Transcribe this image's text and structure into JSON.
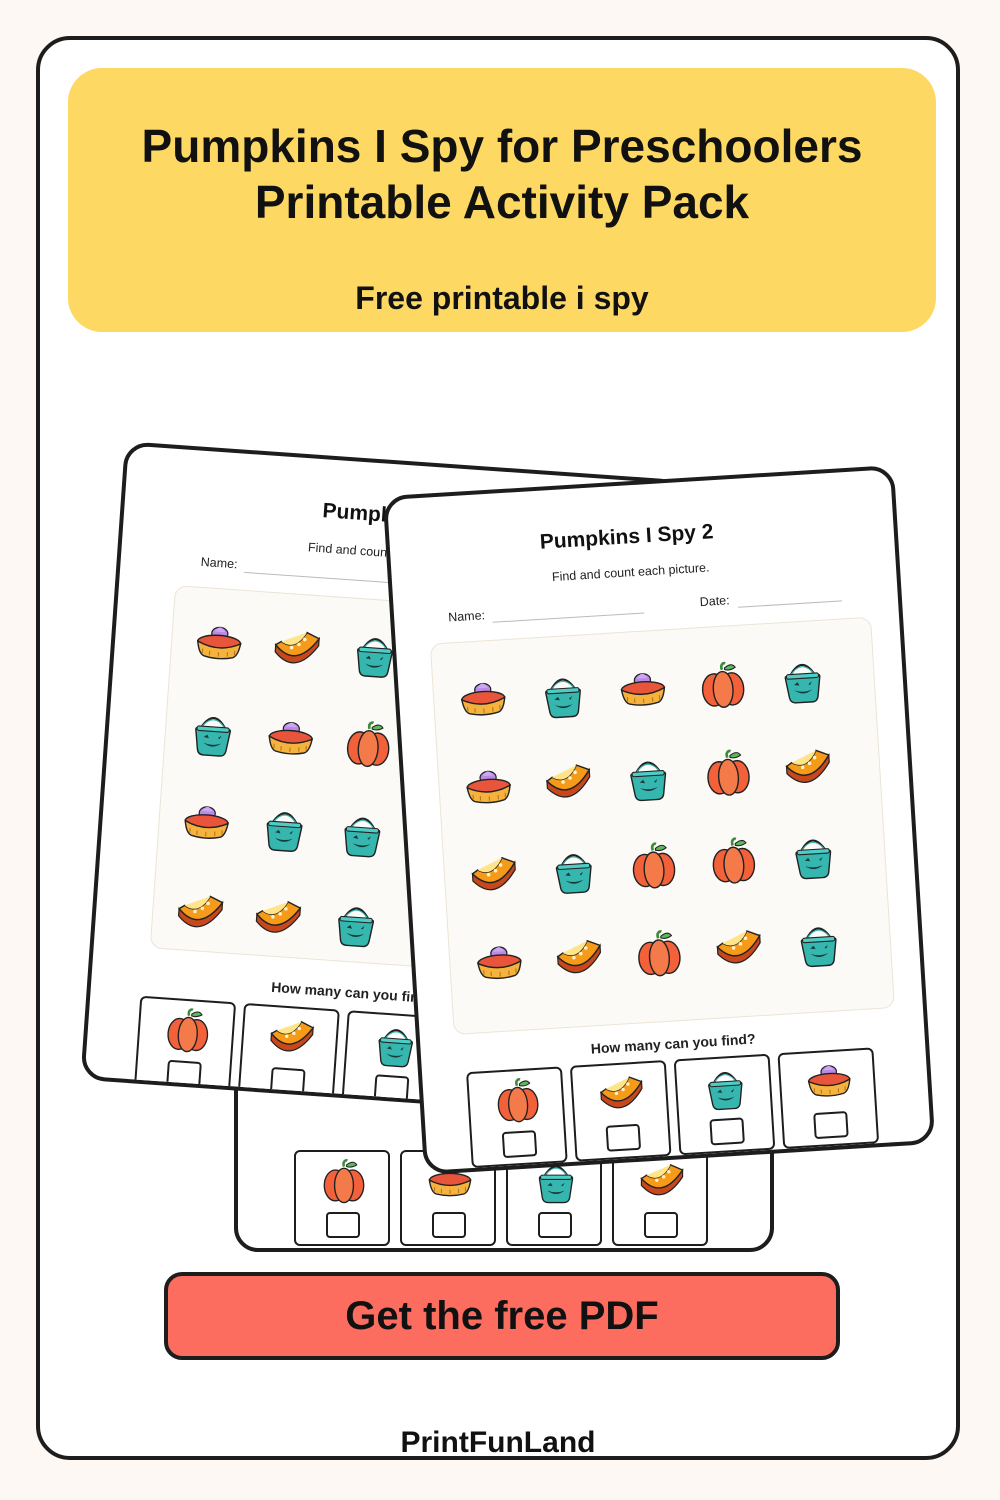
{
  "header": {
    "title_line1": "Pumpkins I Spy for Preschoolers",
    "title_line2": "Printable Activity Pack",
    "subtitle": "Free printable i spy"
  },
  "worksheet_left": {
    "title": "Pumpkins I Spy",
    "instructions": "Find and count each picture.",
    "name_label": "Name:",
    "question": "How many can you find?",
    "grid": [
      [
        "pie",
        "slice",
        "bucket"
      ],
      [
        "bucket",
        "pie",
        "pumpkin"
      ],
      [
        "pie",
        "bucket",
        "bucket"
      ],
      [
        "slice",
        "slice",
        "bucket"
      ]
    ],
    "count_items": [
      "pumpkin",
      "slice",
      "bucket"
    ]
  },
  "worksheet_front": {
    "title": "Pumpkins I Spy 2",
    "instructions": "Find and count each picture.",
    "name_label": "Name:",
    "date_label": "Date:",
    "question": "How many can you find?",
    "grid": [
      [
        "pie",
        "bucket",
        "pie",
        "pumpkin",
        "bucket"
      ],
      [
        "pie",
        "slice",
        "bucket",
        "pumpkin",
        "slice"
      ],
      [
        "slice",
        "bucket",
        "pumpkin",
        "pumpkin",
        "bucket"
      ],
      [
        "pie",
        "slice",
        "pumpkin",
        "slice",
        "bucket"
      ]
    ],
    "count_items": [
      "pumpkin",
      "slice",
      "bucket",
      "pie"
    ]
  },
  "worksheet_back": {
    "count_items": [
      "pumpkin",
      "pie",
      "bucket",
      "slice"
    ]
  },
  "cta": {
    "label": "Get the free PDF"
  },
  "footer": {
    "brand": "PrintFunLand"
  },
  "icon_types": {
    "pumpkin": "pumpkin-icon",
    "slice": "pumpkin-slice-icon",
    "bucket": "jack-o-lantern-bucket-icon",
    "pie": "pumpkin-pie-icon"
  },
  "colors": {
    "header_bg": "#fdd863",
    "cta_bg": "#fc6c5f",
    "pumpkin": "#f2613a",
    "slice": "#f59a19",
    "bucket": "#35b7b0",
    "pie_cream": "#b98be8"
  }
}
